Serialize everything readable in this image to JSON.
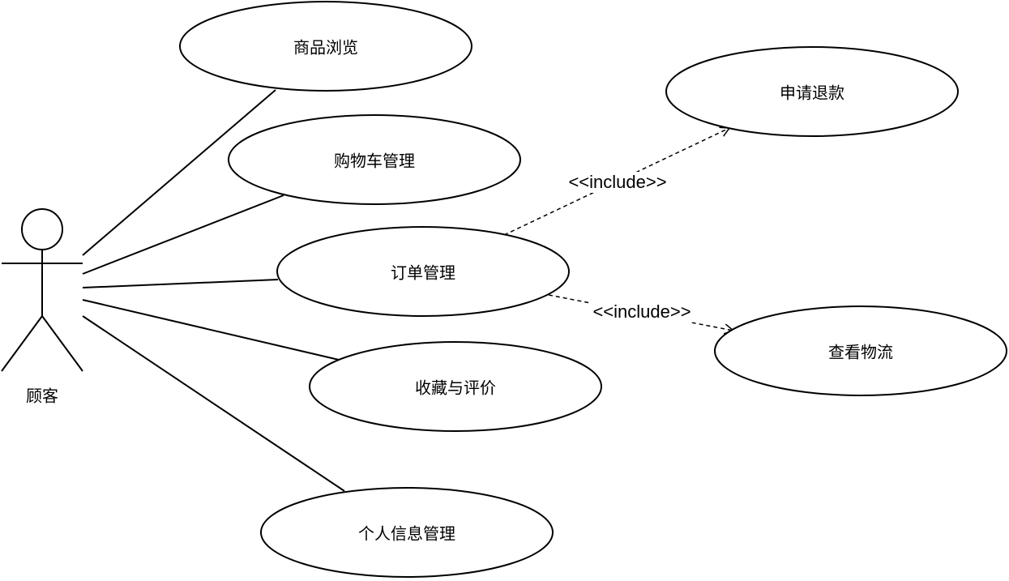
{
  "actor": {
    "label": "顾客"
  },
  "use_cases": {
    "browse": "商品浏览",
    "cart": "购物车管理",
    "order": "订单管理",
    "favorite": "收藏与评价",
    "profile": "个人信息管理",
    "refund": "申请退款",
    "logistics": "查看物流"
  },
  "relations": {
    "include_refund": "<<include>>",
    "include_logistics": "<<include>>"
  },
  "colors": {
    "stroke": "#000000",
    "background": "#ffffff"
  }
}
